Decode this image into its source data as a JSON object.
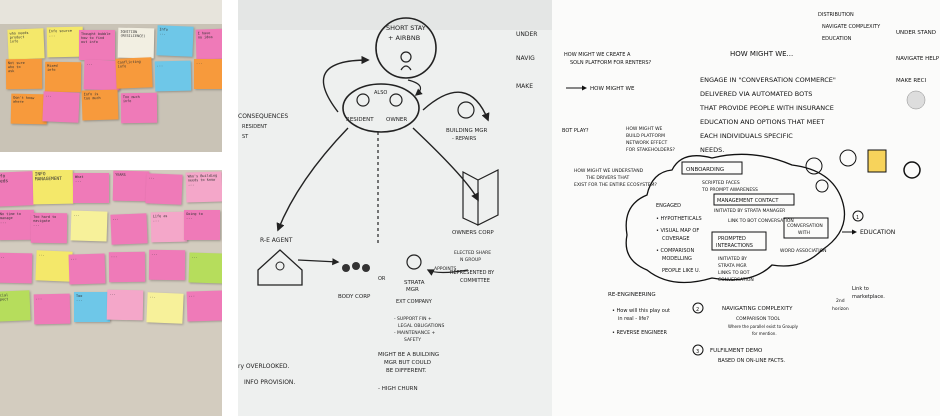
{
  "panel1": {
    "notes": [
      {
        "color": "y",
        "lines": [
          "who needs",
          "product",
          "info"
        ]
      },
      {
        "color": "y",
        "lines": [
          "Info source",
          "..."
        ]
      },
      {
        "color": "p",
        "lines": [
          "Thought bubble",
          "how to find",
          "out info"
        ]
      },
      {
        "color": "w",
        "lines": [
          "IGNITION",
          "(RESILIENCE)"
        ]
      },
      {
        "color": "b",
        "lines": [
          "Info",
          "..."
        ]
      },
      {
        "color": "p",
        "lines": [
          "I have",
          "no idea"
        ]
      },
      {
        "color": "o",
        "lines": [
          "Not sure",
          "who to",
          "ask"
        ]
      },
      {
        "color": "o",
        "lines": [
          "Mixed",
          "info"
        ]
      },
      {
        "color": "p",
        "lines": [
          "..."
        ]
      },
      {
        "color": "o",
        "lines": [
          "Conflicting",
          "info"
        ]
      },
      {
        "color": "b",
        "lines": [
          "..."
        ]
      },
      {
        "color": "o",
        "lines": [
          "..."
        ]
      },
      {
        "color": "o",
        "lines": [
          "Don't know",
          "where"
        ]
      },
      {
        "color": "p",
        "lines": [
          "..."
        ]
      },
      {
        "color": "o",
        "lines": [
          "Info is",
          "too much"
        ]
      },
      {
        "color": "p",
        "lines": [
          "Too much",
          "info"
        ]
      }
    ]
  },
  "panel2": {
    "notes": [
      {
        "color": "p",
        "lines": [
          "Info",
          "Needs"
        ]
      },
      {
        "color": "y",
        "lines": [
          "INFO",
          "MANAGEMENT"
        ]
      },
      {
        "color": "p",
        "lines": [
          "What",
          "..."
        ]
      },
      {
        "color": "p",
        "lines": [
          "YEARS"
        ]
      },
      {
        "color": "p",
        "lines": [
          "..."
        ]
      },
      {
        "color": "lp",
        "lines": [
          "Who's Building",
          "needs to know",
          "..."
        ]
      },
      {
        "color": "p",
        "lines": [
          "No time to",
          "manage",
          "..."
        ]
      },
      {
        "color": "p",
        "lines": [
          "Too hard to",
          "navigate",
          "..."
        ]
      },
      {
        "color": "ly",
        "lines": [
          "..."
        ]
      },
      {
        "color": "p",
        "lines": [
          "..."
        ]
      },
      {
        "color": "lp",
        "lines": [
          "Life as",
          "..."
        ]
      },
      {
        "color": "p",
        "lines": [
          "Going to",
          "..."
        ]
      },
      {
        "color": "p",
        "lines": [
          "..."
        ]
      },
      {
        "color": "y",
        "lines": [
          "..."
        ]
      },
      {
        "color": "p",
        "lines": [
          "..."
        ]
      },
      {
        "color": "p",
        "lines": [
          "..."
        ]
      },
      {
        "color": "p",
        "lines": [
          "..."
        ]
      },
      {
        "color": "g",
        "lines": [
          "..."
        ]
      },
      {
        "color": "g",
        "lines": [
          "Social",
          "Aspect"
        ]
      },
      {
        "color": "p",
        "lines": [
          "..."
        ]
      },
      {
        "color": "b",
        "lines": [
          "Too",
          "..."
        ]
      },
      {
        "color": "lp",
        "lines": [
          "..."
        ]
      },
      {
        "color": "ly",
        "lines": [
          "..."
        ]
      },
      {
        "color": "p",
        "lines": [
          "..."
        ]
      }
    ]
  },
  "panel3": {
    "labels": {
      "short_stay": "SHORT STAY",
      "airbnb": "+ AIRBNB",
      "resident": "RESIDENT",
      "owner": "OWNER",
      "same_for": "ALSO",
      "building_mgr": "BUILDING MGR",
      "services": "- REPAIRS",
      "owners_corp": "OWNERS CORP",
      "represented": "REPRESENTED BY",
      "committee": "COMMITTEE",
      "re_agent": "R-E AGENT",
      "body_corp": "BODY CORP",
      "or": "OR",
      "strata": "STRATA",
      "mgr": "MGR",
      "ext_company": "EXT COMPANY",
      "support1": "- SUPPORT FIN +",
      "support2": "LEGAL OBLIGATIONS",
      "support3": "- MAINTENANCE +",
      "support4": "SAFETY",
      "might1": "MIGHT BE A BUILDING",
      "might2": "MGR BUT COULD",
      "might3": "BE DIFFERENT.",
      "high_churn": "- HIGH CHURN",
      "appoints": "APPOINTS",
      "consequences": "CONSEQUENCES",
      "sf1": "RESIDENT",
      "sf2": "ST",
      "overlooked": "ry OVERLOOKED.",
      "info_provision": "INFO PROVISION.",
      "under": "UNDER",
      "navig": "NAVIG",
      "make": "MAKE",
      "elected": "ELECTED SHARE",
      "n_group": "N GROUP"
    }
  },
  "panel4": {
    "text": {
      "top_right1": "DISTRIBUTION",
      "top_right2": "NAVIGATE COMPLEXITY",
      "top_right3": "EDUCATION",
      "under_stand": "UNDER STAND",
      "navigate_help": "NAVIGATE HELP",
      "make_reci": "MAKE RECI",
      "hmw_create": "HOW MIGHT WE CREATE A",
      "hmw_create2": "SOLN PLATFORM FOR RENTERS?",
      "hmw_label": "HOW MIGHT WE",
      "hmw_title": "HOW MIGHT WE...",
      "engage1": "ENGAGE IN \"CONVERSATION COMMERCE\"",
      "engage2": "DELIVERED VIA AUTOMATED BOTS",
      "engage3": "THAT PROVIDE PEOPLE WITH INSURANCE",
      "engage4": "EDUCATION AND OPTIONS THAT MEET",
      "engage5": "EACH INDIVIDUALS SPECIFIC",
      "engage6": "NEEDS.",
      "bot_play": "BOT PLAY?",
      "hmw_build1": "HOW MIGHT WE",
      "hmw_build2": "BUILD PLATFORM",
      "hmw_build3": "NETWORK EFFECT",
      "hmw_build4": "FOR STAKEHOLDERS?",
      "hmw_under1": "HOW MIGHT WE UNDERSTAND",
      "hmw_under2": "THE DRIVERS THAT",
      "hmw_under3": "EXIST FOR THE ENTIRE ECOSYSTEM?",
      "onboarding": "ONBOARDING",
      "scripted": "SCRIPTED FACES",
      "prompt_aw": "TO PROMPT AWARENESS",
      "mgmt_contact": "MANAGEMENT CONTACT",
      "init_strata": "INITIATED BY STRATA MANAGER",
      "link_bot": "LINK TO BOT CONVERSATION",
      "engaged": "ENGAGED",
      "hypo": "• HYPOTHETICALS",
      "visual1": "• VISUAL MAP OF",
      "visual2": "COVERAGE",
      "compar1": "• COMPARISON",
      "compar2": "MODELLING",
      "people": "PEOPLE LIKE U.",
      "prompted1": "PROMPTED",
      "prompted2": "INTERACTIONS",
      "init2a": "INITIATED BY",
      "init2b": "STRATA MGR",
      "init2c": "LINKS TO BOT",
      "init2d": "CONVERSATION",
      "conv1": "CONVERSATION",
      "conv2": "WITH",
      "word_assoc": "WORD ASSOCIATION",
      "num1": "1",
      "education": "EDUCATION",
      "re_engineering": "RE-ENGINEERING",
      "how_play1": "• How will this play out",
      "how_play2": "in real - life?",
      "reverse": "• REVERSE ENGINEER",
      "num2": "2",
      "navigating": "NAVIGATING COMPLEXITY",
      "comparison_tool": "COMPARISON TOOL",
      "where_fit": "Where the parallel exist to Grouply",
      "for_mention": "for mention.",
      "link_to1": "Link to",
      "link_to2": "marketplace.",
      "second1": "2nd",
      "second2": "horizon",
      "num3": "3",
      "fulfilment": "FULFILMENT DEMO",
      "based": "BASED ON ON-LINE FACTS."
    }
  }
}
